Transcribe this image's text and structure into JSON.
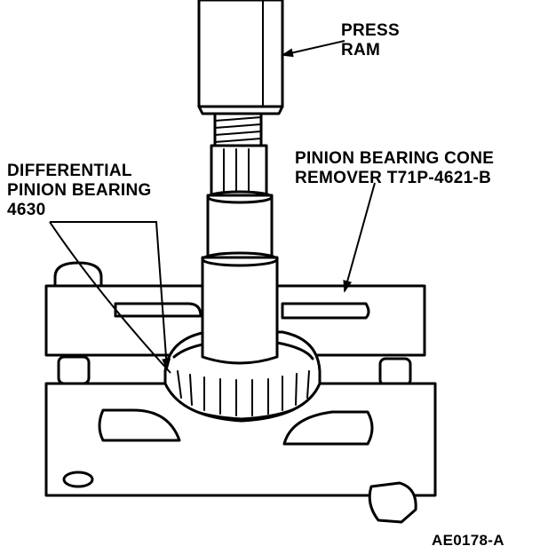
{
  "labels": {
    "press_ram": [
      "PRESS",
      "RAM"
    ],
    "remover": [
      "PINION BEARING CONE",
      "REMOVER T71P-4621-B"
    ],
    "bearing": [
      "DIFFERENTIAL",
      "PINION BEARING",
      "4630"
    ],
    "figure_code": "AE0178-A"
  }
}
